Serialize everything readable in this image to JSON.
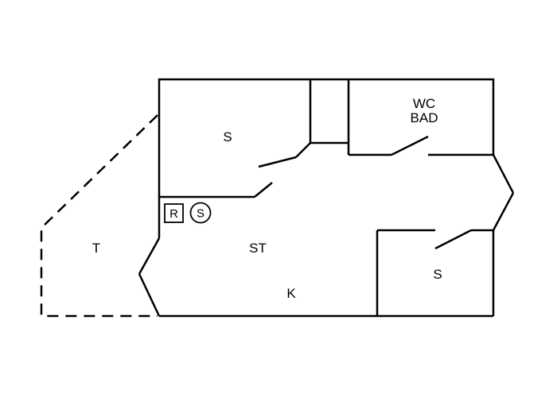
{
  "rooms": {
    "bedroom_top": "S",
    "wc": "WC",
    "bath": "BAD",
    "terrace": "T",
    "living": "ST",
    "kitchen": "K",
    "bedroom_right": "S"
  },
  "symbols": {
    "boxed": "R",
    "circled": "S"
  }
}
